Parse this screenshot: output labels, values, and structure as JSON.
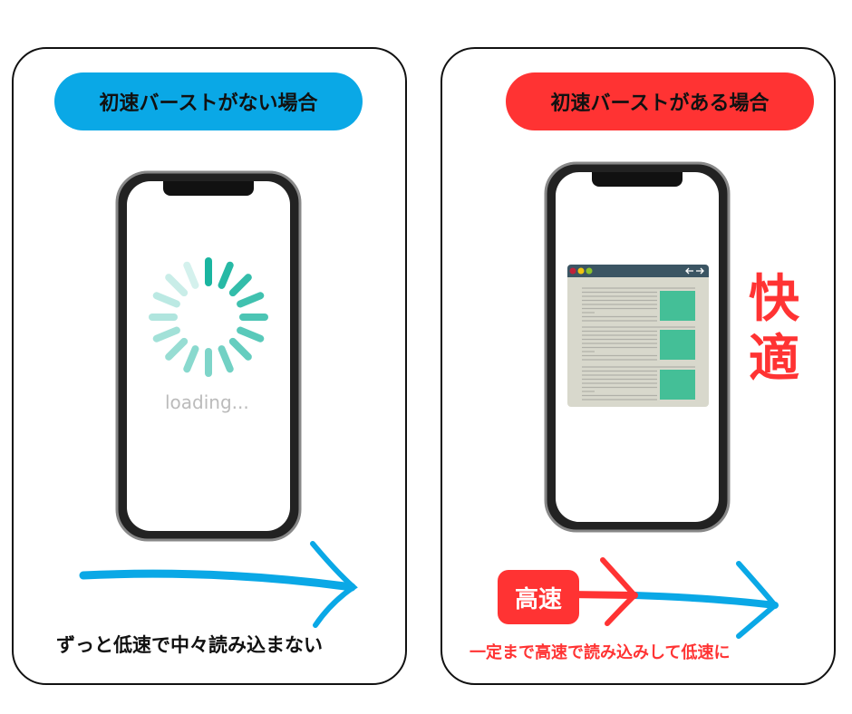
{
  "left": {
    "title": "初速バーストがない場合",
    "title_color": "#0aa8e6",
    "loading_text": "loading...",
    "caption": "ずっと低速で中々読み込まない"
  },
  "right": {
    "title": "初速バーストがある場合",
    "title_color": "#ff3333",
    "badge": "高速",
    "comfort": "快適",
    "caption": "一定まで高速で読み込みして低速に"
  },
  "colors": {
    "blue_arrow": "#0aa8e6",
    "red": "#ff3333",
    "teal": "#1ab5a0",
    "block": "#44bf97"
  }
}
